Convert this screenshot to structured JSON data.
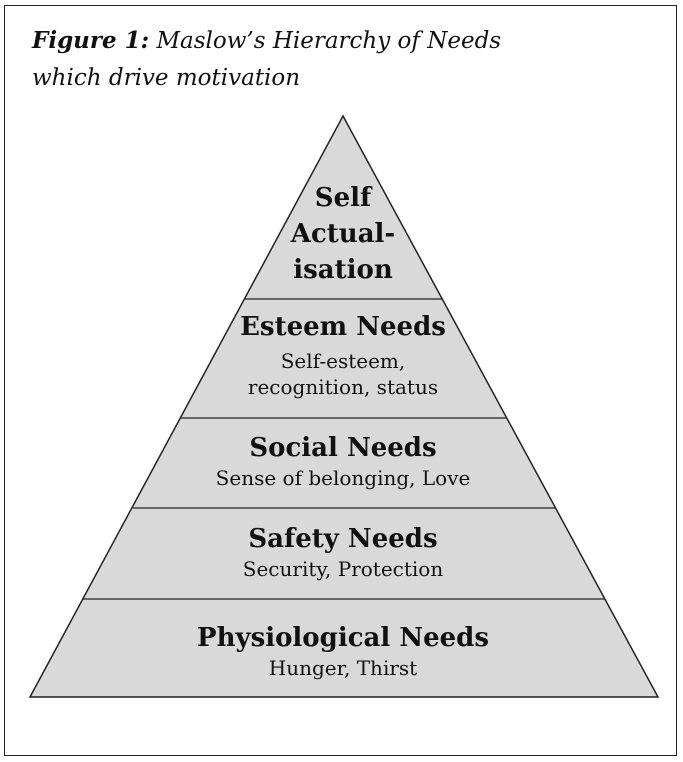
{
  "figure": {
    "label": "Figure 1:",
    "title_line1": "Maslow’s Hierarchy of Needs",
    "title_line2": "which drive motivation"
  },
  "pyramid": {
    "fill_color": "#d9d9d9",
    "stroke_color": "#222222",
    "tiers": [
      {
        "title_lines": [
          "Self",
          "Actual-",
          "isation"
        ],
        "subtitle": ""
      },
      {
        "title": "Esteem Needs",
        "subtitle_line1": "Self-esteem,",
        "subtitle_line2": "recognition, status"
      },
      {
        "title": "Social Needs",
        "subtitle": "Sense of belonging, Love"
      },
      {
        "title": "Safety Needs",
        "subtitle": "Security, Protection"
      },
      {
        "title": "Physiological Needs",
        "subtitle": "Hunger, Thirst"
      }
    ]
  }
}
